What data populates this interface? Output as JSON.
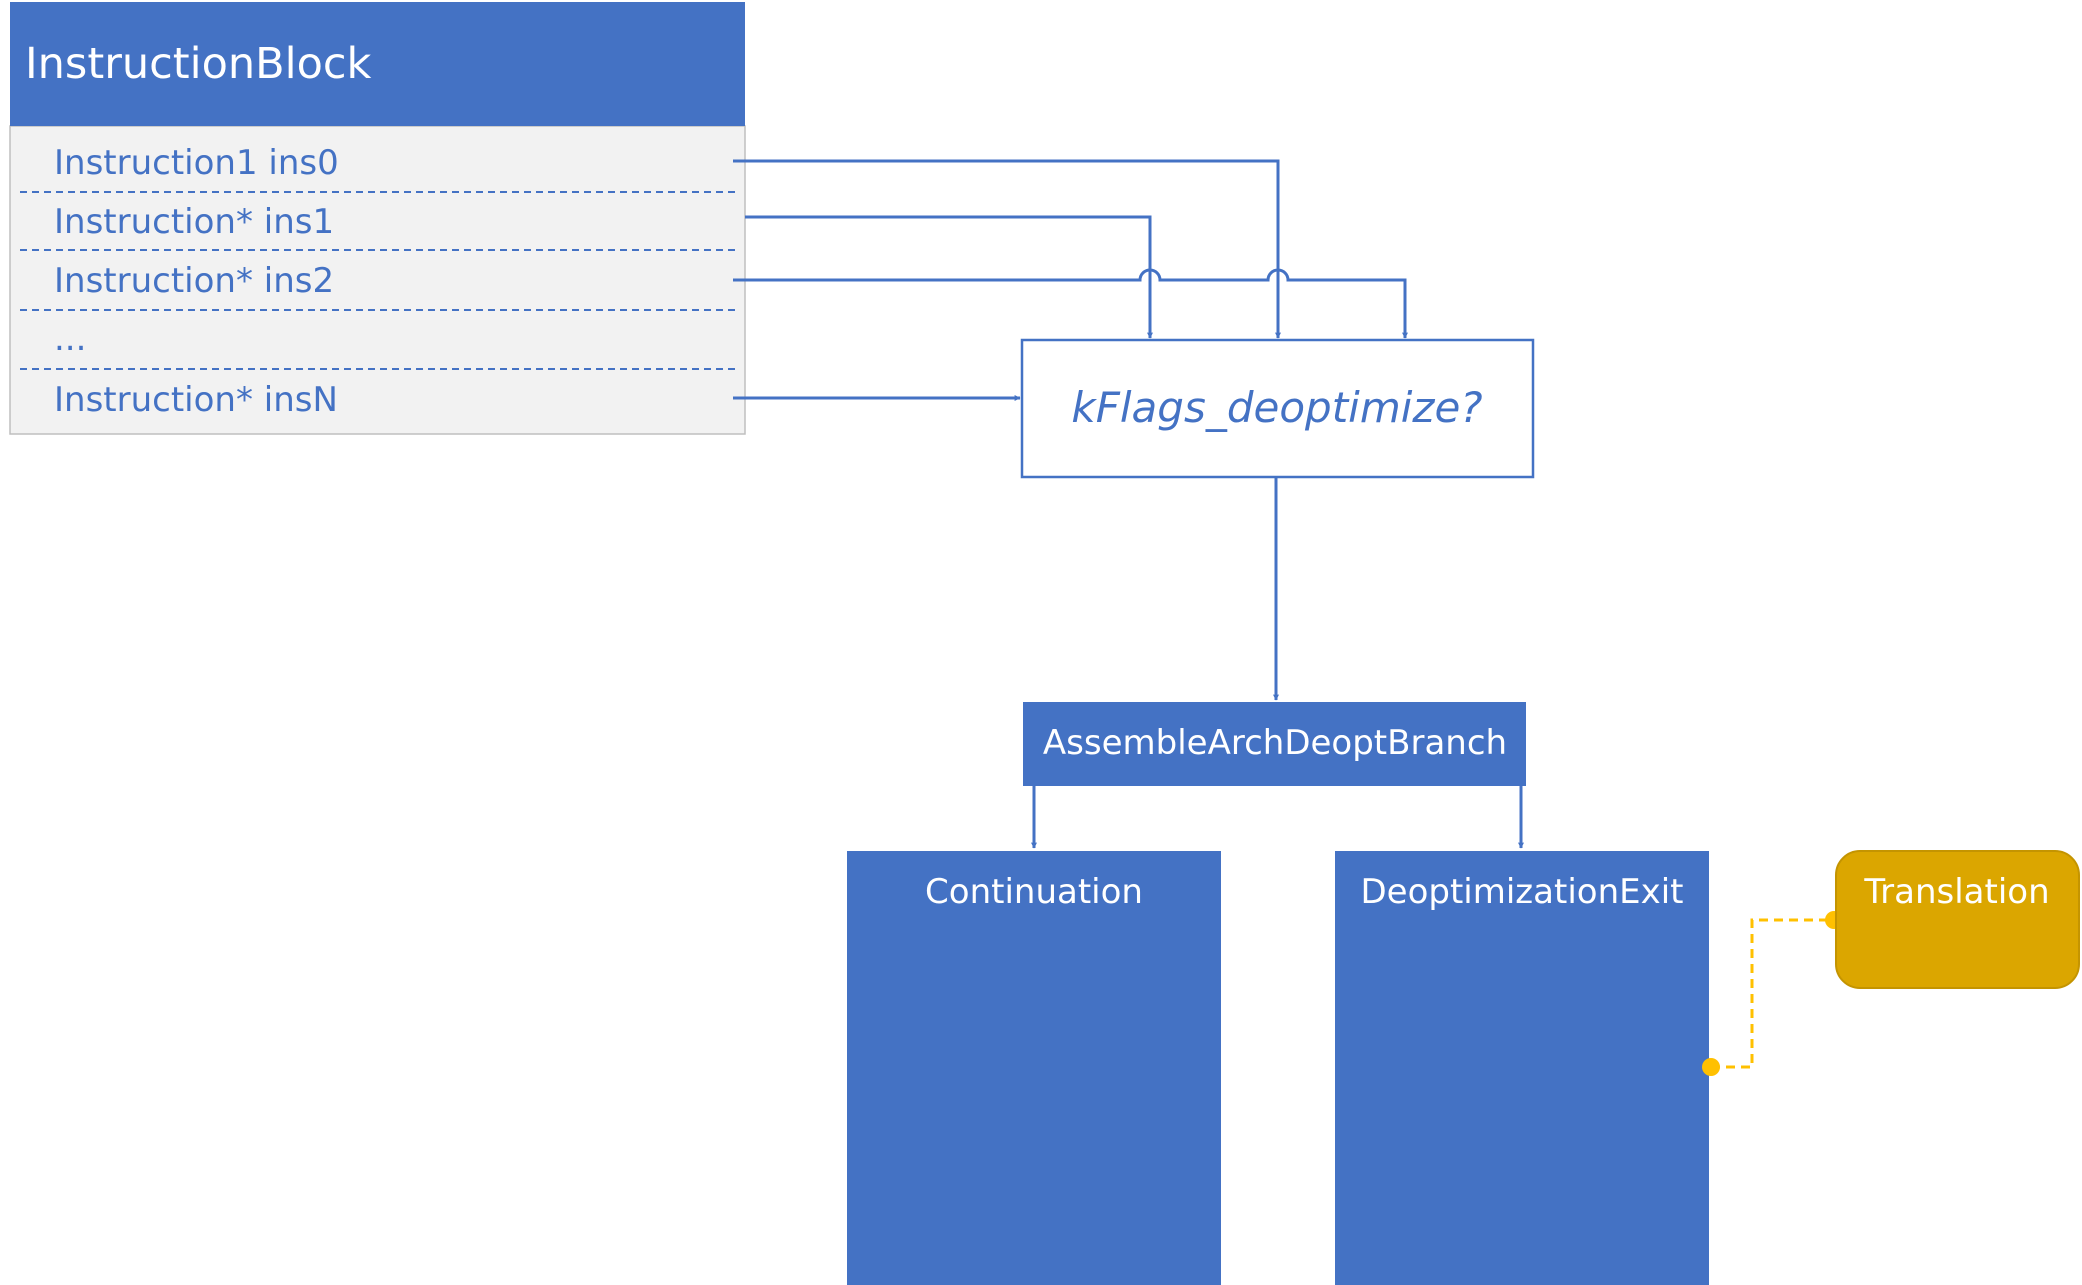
{
  "instruction_block": {
    "title": "InstructionBlock",
    "rows": [
      "Instruction1 ins0",
      "Instruction* ins1",
      "Instruction* ins2",
      "...",
      "Instruction* insN"
    ]
  },
  "decision": {
    "label": "kFlags_deoptimize?"
  },
  "branch": {
    "label": "AssembleArchDeoptBranch"
  },
  "continuation": {
    "label": "Continuation"
  },
  "deopt_exit": {
    "label": "DeoptimizationExit"
  },
  "translation": {
    "label": "Translation"
  },
  "colors": {
    "primary": "#4472c4",
    "panel_bg": "#f2f2f2",
    "translation_fill": "#dba600",
    "translation_link": "#ffc000"
  }
}
